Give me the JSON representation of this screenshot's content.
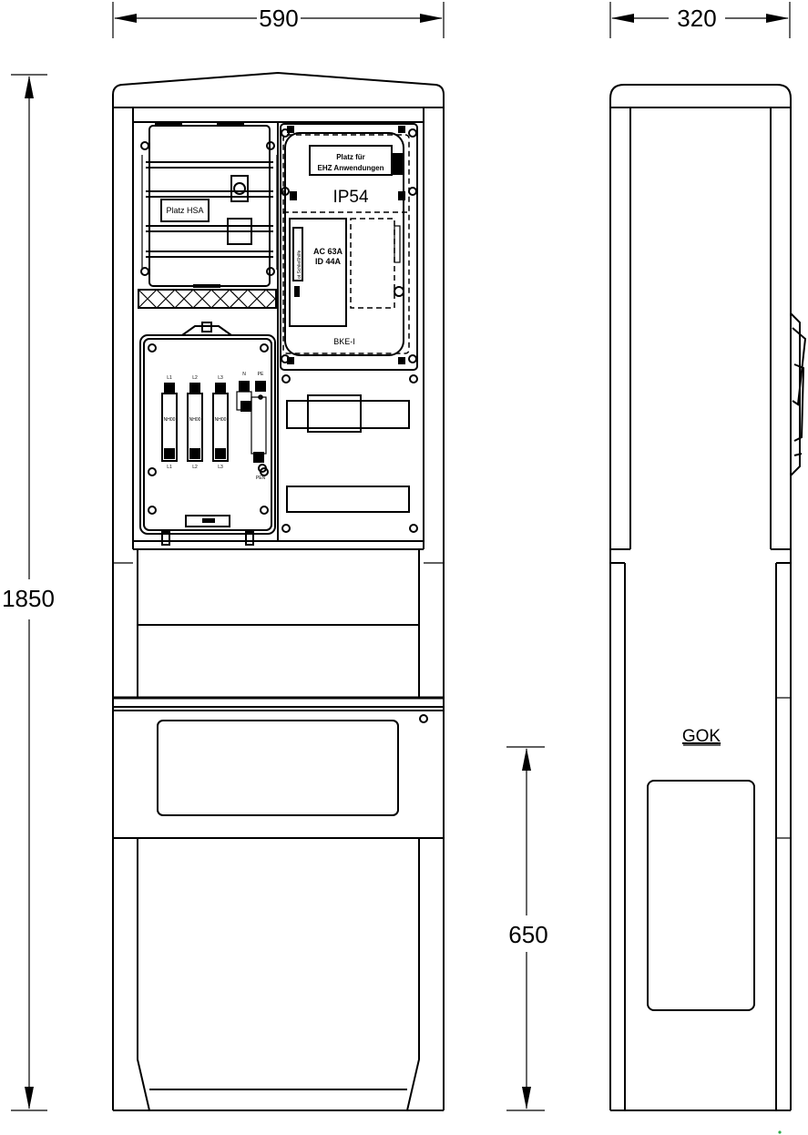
{
  "dimensions": {
    "front_width": "590",
    "side_width": "320",
    "total_height": "1850",
    "buried_depth": "650"
  },
  "labels": {
    "hsa_place": "Platz HSA",
    "ehz_line1": "Platz für",
    "ehz_line2": "EHZ Anwendungen",
    "protection": "IP54",
    "breaker_line1": "AC 63A",
    "breaker_line2": "ID 44A",
    "breaker_side": "ot Schließhilfe",
    "bke": "BKE-I",
    "ground_level": "GOK"
  },
  "fuse_unit": {
    "top_labels": [
      "L1",
      "L2",
      "L3",
      "N",
      "PE"
    ],
    "fuse_labels": [
      "NH00",
      "NH00",
      "NH00"
    ],
    "bottom_labels": [
      "L1",
      "L2",
      "L3",
      "PEN"
    ]
  },
  "colors": {
    "line": "#000000",
    "background": "#ffffff",
    "marker": "#2eaa4a"
  }
}
